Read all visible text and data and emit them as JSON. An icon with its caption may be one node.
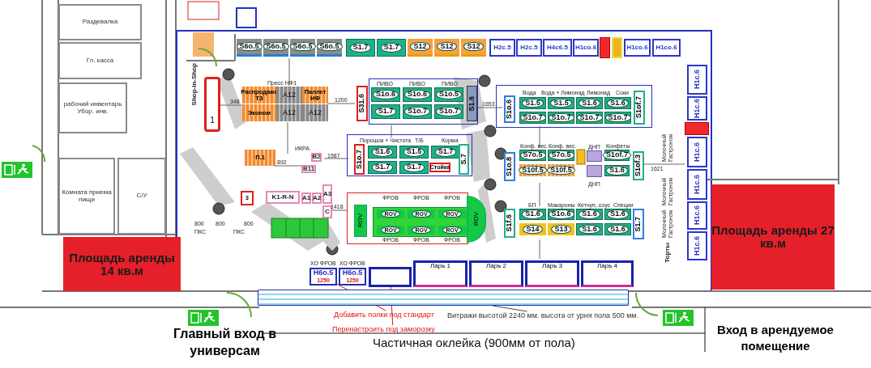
{
  "diagram": {
    "nodes": [
      {
        "text": [
          "Раздевалка"
        ]
      },
      {
        "text": [
          "Гл. касса"
        ]
      },
      {
        "text": [
          "рабочий инвентарь Убор. инв."
        ]
      },
      {
        "text": [
          "Комната приема пищи"
        ]
      },
      {
        "text": [
          "С/У"
        ]
      },
      {
        "text": [
          "Площадь аренды 14 кв.м"
        ]
      },
      {
        "text": [
          "Площадь аренды 27 кв.м"
        ]
      },
      {
        "text": [
          "S6o.5"
        ]
      },
      {
        "text": [
          "S6o.5"
        ]
      },
      {
        "text": [
          "S6o.5"
        ]
      },
      {
        "text": [
          "S6o.5"
        ]
      },
      {
        "text": [
          "S1.7"
        ]
      },
      {
        "text": [
          "S1.7"
        ]
      },
      {
        "text": [
          "S12"
        ]
      },
      {
        "text": [
          "S12"
        ]
      },
      {
        "text": [
          "S12"
        ]
      },
      {
        "text": [
          "H2c.5"
        ]
      },
      {
        "text": [
          "H2c.5"
        ]
      },
      {
        "text": [
          "H4c6.5"
        ]
      },
      {
        "text": [
          "H1co.6"
        ]
      },
      {
        "text": [],
        "shape": "box"
      },
      {
        "text": [],
        "shape": "box"
      },
      {
        "text": [
          "H1co.6"
        ]
      },
      {
        "text": [
          "H1co.6"
        ]
      },
      {
        "text": [
          "H1c.6"
        ]
      },
      {
        "text": [
          "H1c.6"
        ]
      },
      {
        "text": [],
        "shape": "box"
      },
      {
        "text": [
          "H1c.6"
        ]
      },
      {
        "text": [
          "H1c.6"
        ]
      },
      {
        "text": [
          "H1c.6"
        ]
      },
      {
        "text": [
          "H1c.6"
        ]
      },
      {
        "text": [
          "S31.6"
        ]
      },
      {
        "text": [
          "S1o.6"
        ]
      },
      {
        "text": [
          "S1o.6"
        ]
      },
      {
        "text": [
          "S1o.5"
        ]
      },
      {
        "text": [
          "S1.7"
        ]
      },
      {
        "text": [
          "S1o.7"
        ]
      },
      {
        "text": [
          "S1o.7"
        ]
      },
      {
        "text": [
          "S1.6"
        ]
      },
      {
        "text": [
          "S1o.7"
        ]
      },
      {
        "text": [
          "S1.6"
        ]
      },
      {
        "text": [
          "S1.5"
        ]
      },
      {
        "text": [
          "S1.7"
        ]
      },
      {
        "text": [
          "S1.7"
        ]
      },
      {
        "text": [
          "S1.7"
        ]
      },
      {
        "text": [
          "Стойка"
        ]
      },
      {
        "text": [
          "S.7"
        ]
      },
      {
        "text": [
          "S1o.6"
        ]
      },
      {
        "text": [
          "S1.5"
        ]
      },
      {
        "text": [
          "S1.5"
        ]
      },
      {
        "text": [
          "S1.6"
        ]
      },
      {
        "text": [
          "S1.6"
        ]
      },
      {
        "text": [
          "S1o.7"
        ]
      },
      {
        "text": [
          "S1o.7"
        ]
      },
      {
        "text": [
          "S1o.7"
        ]
      },
      {
        "text": [
          "S1o.7"
        ]
      },
      {
        "text": [
          "S1of.7"
        ]
      },
      {
        "text": [
          "S1o.8"
        ]
      },
      {
        "text": [
          "S7o.5"
        ]
      },
      {
        "text": [
          "S7o.5"
        ]
      },
      {
        "text": [
          "S10f.5"
        ]
      },
      {
        "text": [
          "S10f.5"
        ]
      },
      {
        "text": [
          "S1of.7"
        ]
      },
      {
        "text": [
          "S1.6"
        ]
      },
      {
        "text": [
          "S1of.3"
        ]
      },
      {
        "text": [
          "S1f.6"
        ]
      },
      {
        "text": [
          "S1.6"
        ]
      },
      {
        "text": [
          "S1o.6"
        ]
      },
      {
        "text": [
          "S1.6"
        ]
      },
      {
        "text": [
          "S1.6"
        ]
      },
      {
        "text": [
          "S14"
        ]
      },
      {
        "text": [
          "S13"
        ]
      },
      {
        "text": [
          "S1.6"
        ]
      },
      {
        "text": [
          "S1.6"
        ]
      },
      {
        "text": [
          "S1.7"
        ]
      },
      {
        "text": [
          "ROV"
        ]
      },
      {
        "text": [
          "ROV"
        ]
      },
      {
        "text": [
          "ROV"
        ]
      },
      {
        "text": [
          "ROV"
        ]
      },
      {
        "text": [
          "ROV"
        ]
      },
      {
        "text": [
          "ROV"
        ]
      },
      {
        "text": [
          "ROV"
        ]
      },
      {
        "text": [
          "ROV"
        ]
      },
      {
        "text": [
          "Распродажа ТЗ"
        ]
      },
      {
        "text": [
          "A12"
        ]
      },
      {
        "text": [
          "Паллет НФ"
        ]
      },
      {
        "text": [
          "Эконом"
        ]
      },
      {
        "text": [
          "A12"
        ]
      },
      {
        "text": [
          "A12"
        ]
      },
      {
        "text": [
          "1"
        ]
      },
      {
        "text": [
          "3"
        ]
      },
      {
        "text": [
          "K1-R-N"
        ]
      },
      {
        "text": [
          "A1"
        ]
      },
      {
        "text": [
          "A2"
        ]
      },
      {
        "text": [
          "A3"
        ]
      },
      {
        "text": [
          "C"
        ]
      },
      {
        "text": [
          "П.1"
        ]
      },
      {
        "text": [
          "B2"
        ]
      },
      {
        "text": [
          "B11"
        ]
      },
      {
        "text": [
          "H6o.5",
          "1250"
        ]
      },
      {
        "text": [
          "H6o.5",
          "1250"
        ]
      },
      {
        "text": [],
        "shape": "box"
      },
      {
        "text": [
          "Ларь 1"
        ]
      },
      {
        "text": [
          "Ларь 2"
        ]
      },
      {
        "text": [
          "Ларь 3"
        ]
      },
      {
        "text": [
          "Ларь 4"
        ]
      },
      {
        "text": [],
        "shape": "bar"
      },
      {
        "text": [
          "Добавить полки под стандарт"
        ]
      },
      {
        "text": [
          "Перенастроить под заморозку"
        ]
      },
      {
        "text": [
          "Витражи высотой 2240 мм. высота от урня пола 500 мм."
        ]
      }
    ],
    "edges": [
      {
        "from": 107,
        "to": 99,
        "arrow": "none"
      },
      {
        "from": 108,
        "to": 101,
        "arrow": "none"
      },
      {
        "from": 109,
        "to": 106,
        "arrow": "none",
        "color": "#444444"
      }
    ],
    "labels": [
      "ПИВО",
      "ПИВО",
      "ПИВО",
      "Порошок + Чистота",
      "Т/Б",
      "Корма",
      "Вода",
      "Вода + Лимонад",
      "Лимонад",
      "Соки",
      "Конф. вес.",
      "Конф. вес.",
      "ДНП",
      "Конфеты",
      "ДНП",
      "БП",
      "Макароны",
      "Кетчуп, соус",
      "Специи",
      "ФРОВ",
      "ФРОВ",
      "ФРОВ",
      "ФРОВ",
      "ФРОВ",
      "ФРОВ",
      "ХО ФРОВ",
      "ХО ФРОВ",
      "Пресс НФ1",
      "ИКРА",
      "Shop-in-Shop",
      "348",
      "1200",
      "1653",
      "1587",
      "892",
      "1418",
      "1621",
      "800",
      "800",
      "800",
      "ПКС",
      "ПКС",
      "Молочный Гастроном",
      "Молочный Гастроном",
      "Молочный Гастроном",
      "Торты",
      "Главный вход в универсам",
      "Вход в арендуемое помещение",
      "Частичная оклейка (900мм от пола)"
    ]
  }
}
